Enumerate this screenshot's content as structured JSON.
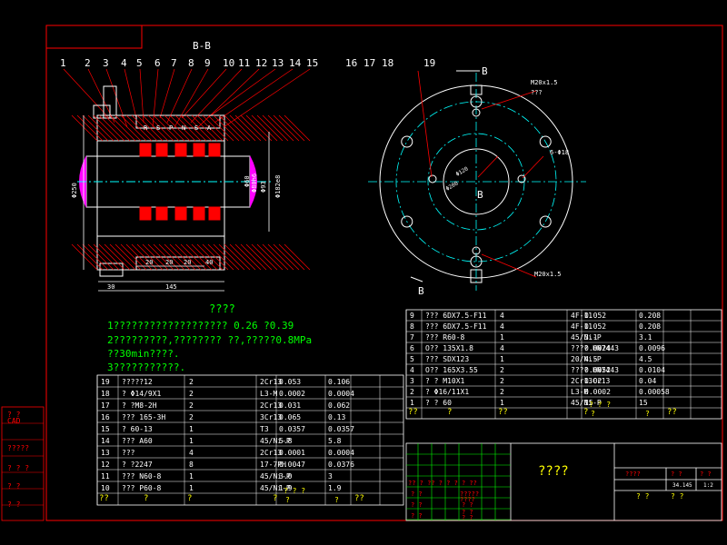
{
  "section_label": "B-B",
  "part_numbers": [
    "1",
    "2",
    "3",
    "4",
    "5",
    "6",
    "7",
    "8",
    "9",
    "10",
    "11",
    "12",
    "13",
    "14",
    "15"
  ],
  "part_numbers_right": [
    "16",
    "17",
    "18",
    "19"
  ],
  "section_marks": {
    "top": "B",
    "bottom": "B"
  },
  "center_label": "B",
  "left_dims": {
    "phi250": "Φ250",
    "phi60": "Φ60",
    "phi80": "Φ80h6",
    "phi93": "Φ93",
    "phi182": "Φ182e8",
    "d30": "30",
    "d145": "145",
    "d40": "40",
    "d20a": "20",
    "d20b": "20",
    "d20c": "20"
  },
  "ring_letters": [
    "R",
    "S",
    "P",
    "N",
    "S",
    "A"
  ],
  "right_dims": {
    "m20a": "M20x1.5",
    "q1": "???",
    "holes": "6-Φ18",
    "phi120": "Φ120",
    "phi200": "Φ200",
    "m20b": "M20x1.5"
  },
  "notes": {
    "title": "????",
    "line1": "1???????????????????  0.26  ?0.39",
    "line2": "2?????????,???????? ??,?????0.8MPa",
    "line3": "  ??30min????.",
    "line4": "3???????????."
  },
  "bom_left": [
    {
      "no": "19",
      "name": "?????12",
      "qty": "2",
      "mat": "2Cr13",
      "w1": "0.053",
      "w2": "0.106"
    },
    {
      "no": "18",
      "name": "? Φ14/9X1",
      "qty": "2",
      "mat": "L3-M",
      "w1": "0.0002",
      "w2": "0.0004"
    },
    {
      "no": "17",
      "name": "? ?M8-2H",
      "qty": "2",
      "mat": "2Cr13",
      "w1": "0.031",
      "w2": "0.062"
    },
    {
      "no": "16",
      "name": "??? 165-3H",
      "qty": "2",
      "mat": "3Cr13",
      "w1": "0.065",
      "w2": "0.13"
    },
    {
      "no": "15",
      "name": "? 60-13",
      "qty": "1",
      "mat": "T3",
      "w1": "0.0357",
      "w2": "0.0357"
    },
    {
      "no": "14",
      "name": "??? A60",
      "qty": "1",
      "mat": "45/Ni-P",
      "w1": "5.8",
      "w2": "5.8"
    },
    {
      "no": "13",
      "name": "???",
      "qty": "4",
      "mat": "2Cr13",
      "w1": "0.0001",
      "w2": "0.0004"
    },
    {
      "no": "12",
      "name": "? ?2247",
      "qty": "8",
      "mat": "17-7PH",
      "w1": "0.0047",
      "w2": "0.0376"
    },
    {
      "no": "11",
      "name": "??? N60-8",
      "qty": "1",
      "mat": "45/Ni-P",
      "w1": "3.0",
      "w2": "3"
    },
    {
      "no": "10",
      "name": "??? P60-8",
      "qty": "1",
      "mat": "45/Ni-P",
      "w1": "1.9",
      "w2": "1.9"
    }
  ],
  "bom_left_header": {
    "no": "??",
    "name": "?",
    "qty": "?",
    "mat": "?",
    "w": "? ? ?",
    "w1": "?",
    "w2": "?",
    "note": "??"
  },
  "bom_right": [
    {
      "no": "9",
      "name": "??? 6DX7.5-F11",
      "qty": "4",
      "mat": "4F-11",
      "w1": "0.052",
      "w2": "0.208"
    },
    {
      "no": "8",
      "name": "??? 6DX7.5-F11",
      "qty": "4",
      "mat": "4F-11",
      "w1": "0.052",
      "w2": "0.208"
    },
    {
      "no": "7",
      "name": "??? R60-8",
      "qty": "1",
      "mat": "45/Ni-P",
      "w1": "3.1",
      "w2": "3.1"
    },
    {
      "no": "6",
      "name": "O?? 135X1.8",
      "qty": "4",
      "mat": "???? HN7443",
      "w1": "0.0024",
      "w2": "0.0096"
    },
    {
      "no": "5",
      "name": "??? SDX123",
      "qty": "1",
      "mat": "20/Ni-P",
      "w1": "4.5",
      "w2": "4.5"
    },
    {
      "no": "4",
      "name": "O?? 165X3.55",
      "qty": "2",
      "mat": "???? HN7443",
      "w1": "0.0052",
      "w2": "0.0104"
    },
    {
      "no": "3",
      "name": "? ? M10X1",
      "qty": "2",
      "mat": "2Cr13Cr13",
      "w1": "0.02",
      "w2": "0.04"
    },
    {
      "no": "2",
      "name": "? Φ16/11X1",
      "qty": "2",
      "mat": "L3-M",
      "w1": "0.0002",
      "w2": "0.00058"
    },
    {
      "no": "1",
      "name": "? ? 60",
      "qty": "1",
      "mat": "45/Ni-P",
      "w1": "15",
      "w2": "15"
    }
  ],
  "bom_right_header": {
    "no": "??",
    "name": "?",
    "qty": "??",
    "mat": "?",
    "w": "? ? ?",
    "w1": "?",
    "w2": "?",
    "note": "??"
  },
  "title_block": {
    "title": "????",
    "stage": "????",
    "scale_hdr": "? ?",
    "scale_val": "1:2",
    "weight_hdr": "? ?",
    "weight_val": "34.145",
    "sheet": "? ?",
    "sheet2": "? ?",
    "sig_row": "?? ? ?? ?  ? ?  ?  ??",
    "s1": "? ?",
    "s2": "?????",
    "s3": "? ?",
    "s4": "? ?",
    "s5": "? ?",
    "s6": "????",
    "s7": "? ?",
    "s8": "? ?"
  },
  "side_labels": [
    "? ?",
    "CAD",
    "?????",
    "? ? ?",
    "? ?",
    "? ?"
  ],
  "colors": {
    "frame": "#ff0000",
    "line": "#ffffff",
    "text_w": "#ffffff",
    "text_y": "#ffff00",
    "text_g": "#00ff00",
    "center": "#00ffff",
    "hatch": "#ff0000",
    "shaft": "#ff00ff"
  }
}
